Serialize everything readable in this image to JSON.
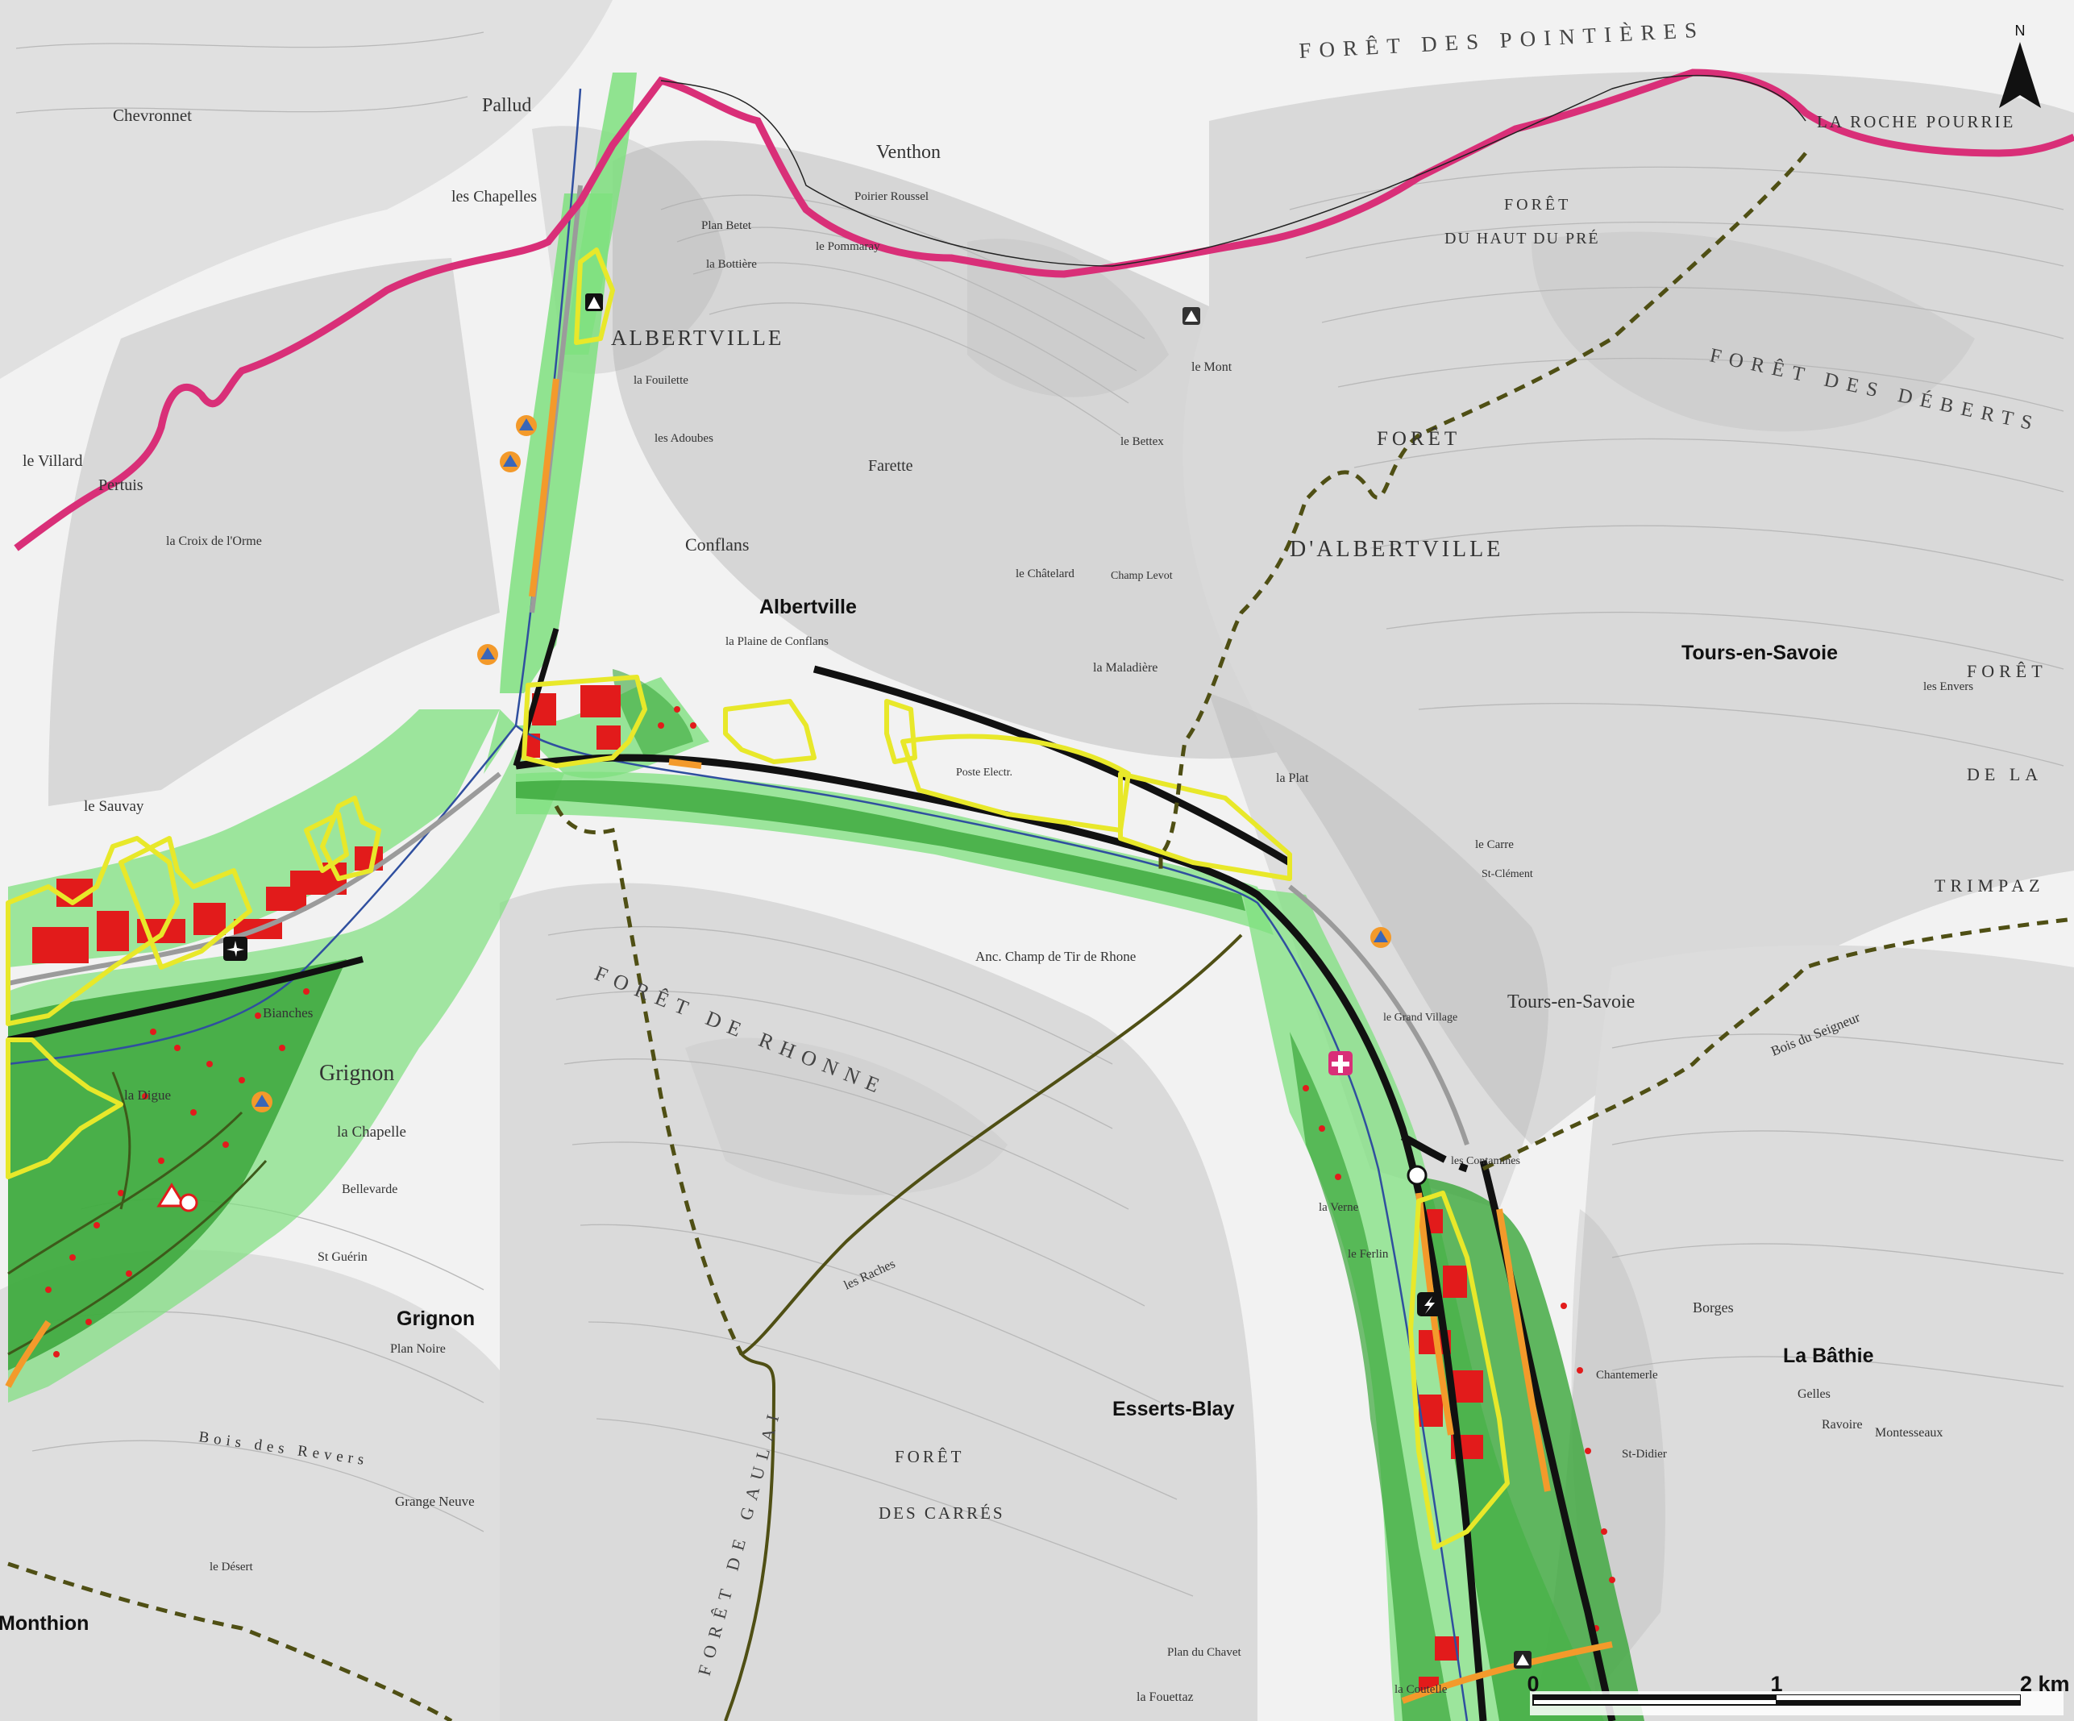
{
  "north_arrow": {
    "label": "N",
    "icon": "north-arrow-icon"
  },
  "municipalities": [
    {
      "id": "albertville",
      "label": "Albertville"
    },
    {
      "id": "tours-en-savoie",
      "label": "Tours-en-Savoie"
    },
    {
      "id": "grignon",
      "label": "Grignon"
    },
    {
      "id": "esserts-blay",
      "label": "Esserts-Blay"
    },
    {
      "id": "la-bathie",
      "label": "La Bâthie"
    },
    {
      "id": "monthion",
      "label": "Monthion"
    }
  ],
  "topo_labels": {
    "albertville_big": "ALBERTVILLE",
    "foret_pointieres": "FORÊT DES POINTIÈRES",
    "la_roche_pourrie": "LA ROCHE POURRIE",
    "foret_haut_pre_1": "FORÊT",
    "foret_haut_pre_2": "DU HAUT DU PRÉ",
    "foret_deberts_1": "FORÊT DES DÉBERTS",
    "foret_communale": "FORÊT",
    "d_albertville": "D'ALBERTVILLE",
    "foret_rhonne": "FORÊT DE RHONNE",
    "foret_carres_1": "FORÊT",
    "foret_carres_2": "DES CARRÉS",
    "foret_gaulai": "FORÊT DE GAULAI",
    "venthon": "Venthon",
    "pallud": "Pallud",
    "chevronnet": "Chevronnet",
    "les_chapelles": "les Chapelles",
    "conflans": "Conflans",
    "farette": "Farette",
    "le_villard": "le Villard",
    "pertuis": "Pertuis",
    "la_croix_orme": "la Croix de l'Orme",
    "le_sauvay": "le Sauvay",
    "grignon_town": "Grignon",
    "la_chapelle": "la Chapelle",
    "la_digue": "la Digue",
    "bianches": "Bianches",
    "bellevarde": "Bellevarde",
    "st_guerin": "St Guérin",
    "plan_noire": "Plan Noire",
    "grange_neuve": "Grange Neuve",
    "la_plaine_conflans": "la Plaine de Conflans",
    "la_maladiere": "la Maladière",
    "la_plat": "la Plat",
    "tours_village": "Tours-en-Savoie",
    "le_grand_village": "le Grand Village",
    "poste_elec": "Poste Electr.",
    "champ_tir": "Anc. Champ de Tir de Rhone",
    "les_contamines": "les Contamines",
    "chantemerle": "Chantemerle",
    "st_didier": "St-Didier",
    "les_envers": "les Envers",
    "la_verne": "la Verne",
    "le_ferlin": "le Ferlin",
    "la_coutelle": "la Coutelle",
    "plan_du_chavet": "Plan du Chavet",
    "la_fouettaz": "la Fouettaz",
    "le_desert": "le Désert",
    "les_raches": "les Raches",
    "bois_revers": "Bois des Revers",
    "bois_seigneur": "Bois du Seigneur",
    "trimpaz": "TRIMPAZ",
    "de_la": "DE LA",
    "foret_right": "FORÊT",
    "borges": "Borges",
    "montesseaux": "Montesseaux",
    "gelles": "Gelles",
    "ravoire": "Ravoire",
    "le_carre": "le Carre",
    "st_clement": "St-Clément",
    "le_mont": "le Mont",
    "le_bettex": "le Bettex",
    "champ_levot": "Champ Levot",
    "le_chatelard": "le Châtelard",
    "les_adoubes": "les Adoubes",
    "la_bottiere": "la Bottière",
    "plan_betet": "Plan Betet",
    "le_pommaray": "le Pommaray",
    "poirier_roussel": "Poirier Roussel",
    "la_fouilette": "la Fouilette"
  },
  "scale_bar": {
    "labels": [
      "0",
      "1",
      "2 km"
    ]
  },
  "icons": {
    "orange": "#f39a2b",
    "blue": "#3a66b8",
    "pink": "#d92f78",
    "yellow": "#e8e82a",
    "green_dark": "#3aa63a",
    "green_light": "#7fe07f",
    "olive": "#4f4f14",
    "red": "#e21b1b"
  }
}
